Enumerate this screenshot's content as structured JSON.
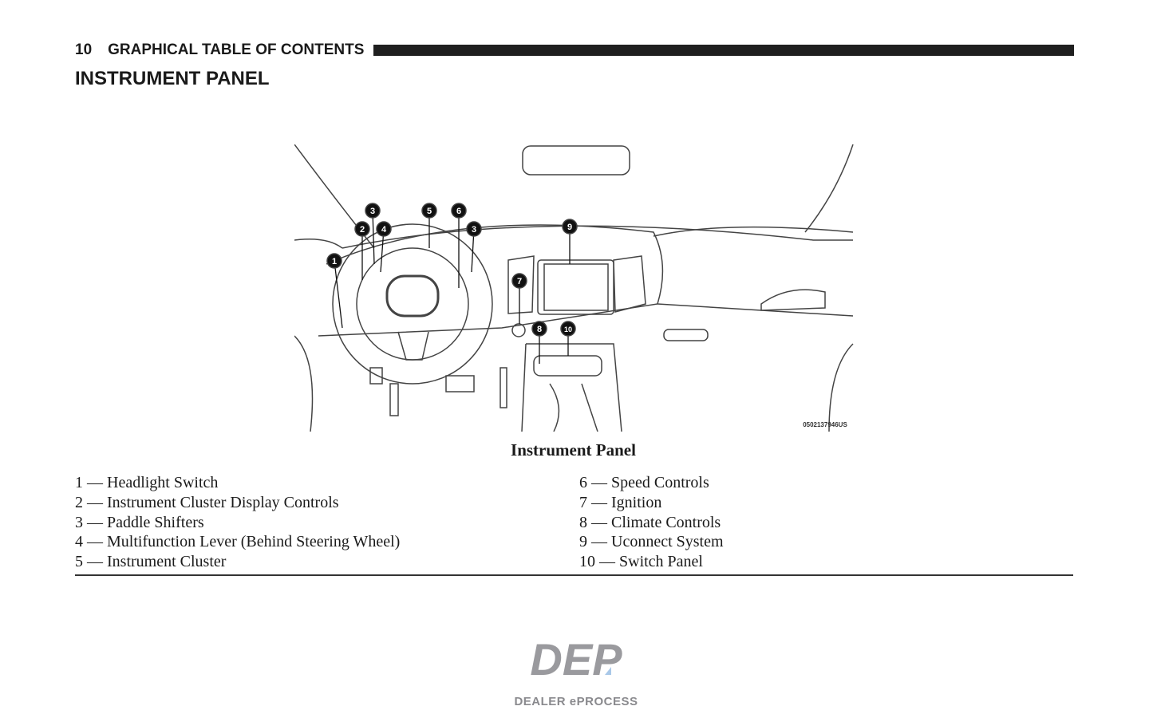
{
  "header": {
    "page_number": "10",
    "section": "GRAPHICAL TABLE OF CONTENTS"
  },
  "page_title": "INSTRUMENT PANEL",
  "figure": {
    "image_code": "0502137946US",
    "caption": "Instrument Panel",
    "callouts": [
      "1",
      "2",
      "3",
      "4",
      "5",
      "6",
      "3",
      "9",
      "7",
      "8",
      "10"
    ]
  },
  "legend_left": [
    "1 — Headlight Switch",
    "2 — Instrument Cluster Display Controls",
    "3 — Paddle Shifters",
    "4 — Multifunction Lever (Behind Steering Wheel)",
    "5 — Instrument Cluster"
  ],
  "legend_right": [
    "6 — Speed Controls",
    "7 — Ignition",
    "8 — Climate Controls",
    "9 — Uconnect System",
    "10 — Switch Panel"
  ],
  "watermark": {
    "logo_text": "DEP",
    "tagline": "DEALER ePROCESS"
  }
}
